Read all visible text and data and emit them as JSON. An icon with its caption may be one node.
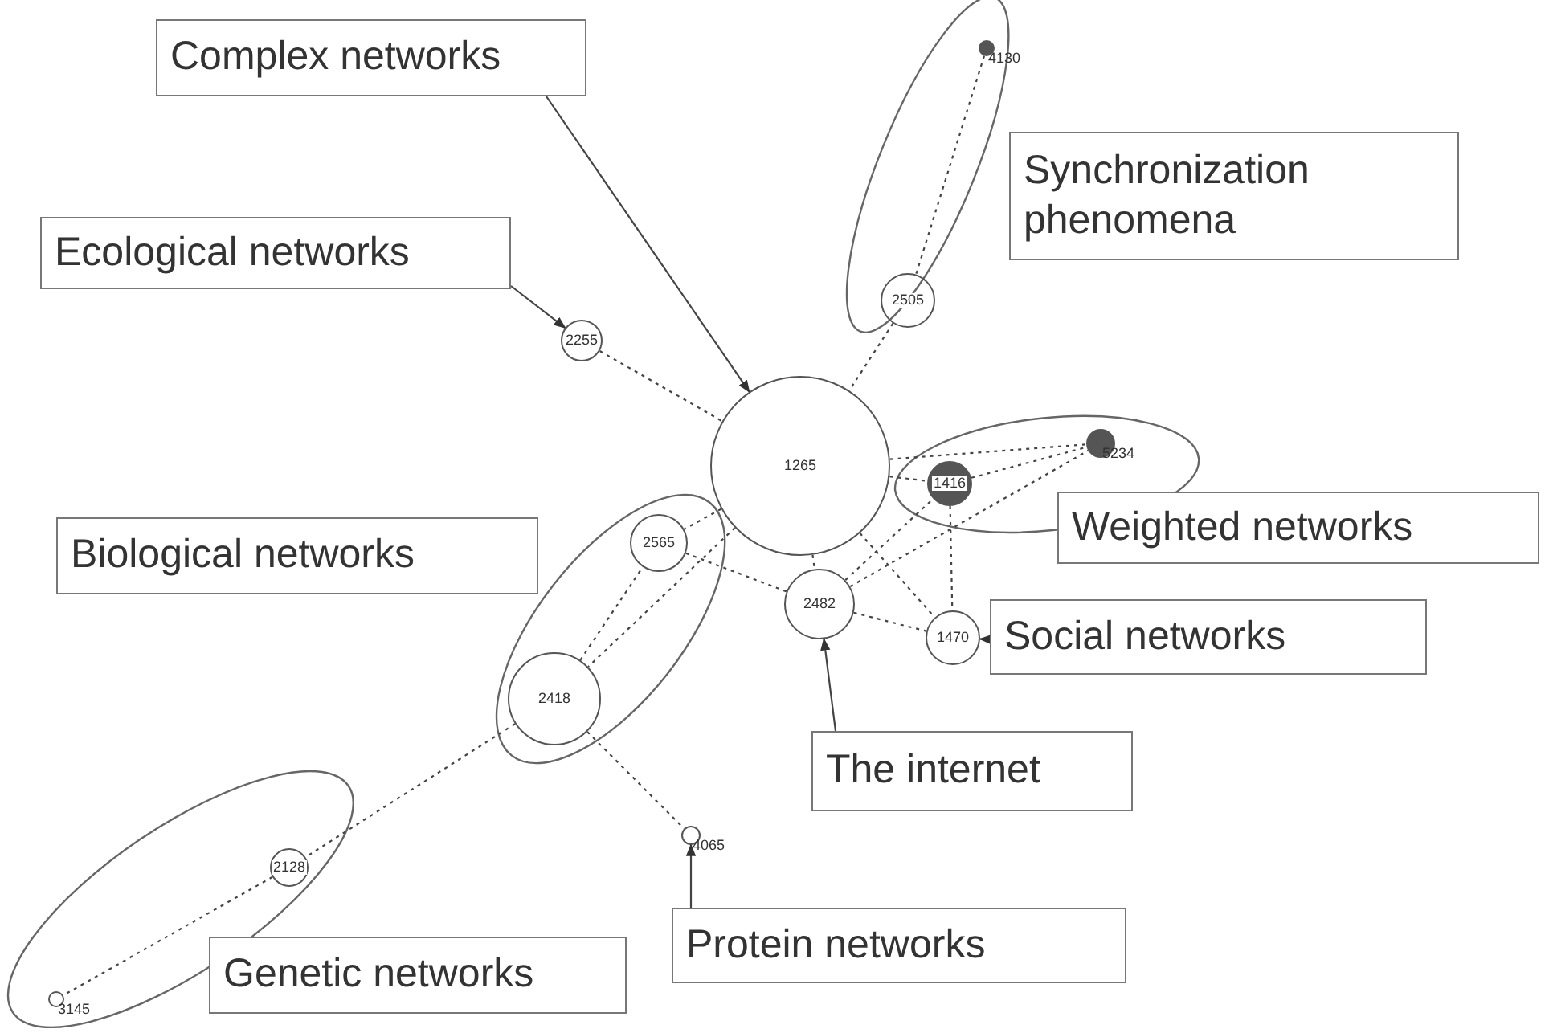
{
  "diagram": {
    "nodes": [
      {
        "text": [
          "Complex networks"
        ]
      },
      {
        "text": [],
        "shape": "ellipse"
      },
      {
        "text": [],
        "shape": "circle",
        "in": 1,
        "beside": [
          "4130"
        ]
      },
      {
        "text": [
          "2505"
        ],
        "in": 1
      },
      {
        "text": [
          "Synchronization phenomena"
        ]
      },
      {
        "text": [
          "Ecological networks"
        ]
      },
      {
        "text": [
          "2255"
        ]
      },
      {
        "text": [
          "1265"
        ]
      },
      {
        "text": [],
        "shape": "ellipse"
      },
      {
        "text": [],
        "shape": "circle",
        "in": 8,
        "beside": [
          "5234"
        ]
      },
      {
        "text": [
          "1416"
        ],
        "in": 8
      },
      {
        "text": [
          "Weighted networks"
        ]
      },
      {
        "text": [
          "Biological networks"
        ]
      },
      {
        "text": [],
        "shape": "ellipse"
      },
      {
        "text": [
          "2565"
        ],
        "in": 13
      },
      {
        "text": [
          "2482"
        ]
      },
      {
        "text": [
          "1470"
        ]
      },
      {
        "text": [
          "Social networks"
        ]
      },
      {
        "text": [
          "2418"
        ],
        "in": 13
      },
      {
        "text": [
          "The internet"
        ]
      },
      {
        "text": [],
        "shape": "circle",
        "beside": [
          "4065"
        ]
      },
      {
        "text": [],
        "shape": "ellipse"
      },
      {
        "text": [
          "2128"
        ],
        "in": 21
      },
      {
        "text": [
          "Protein networks"
        ]
      },
      {
        "text": [
          "Genetic networks"
        ]
      },
      {
        "text": [],
        "shape": "circle",
        "in": 21,
        "beside": [
          "3145"
        ]
      }
    ],
    "edges": [
      {
        "from": 0,
        "to": 7,
        "arrow": "to"
      },
      {
        "from": 5,
        "to": 6,
        "arrow": "to"
      },
      {
        "from": 17,
        "to": 16,
        "arrow": "to"
      },
      {
        "from": 19,
        "to": 15,
        "arrow": "to"
      },
      {
        "from": 23,
        "to": 20,
        "arrow": "to"
      },
      {
        "from": 6,
        "to": 7,
        "arrow": "none",
        "style": "dashed"
      },
      {
        "from": 2,
        "to": 3,
        "arrow": "none",
        "style": "dashed"
      },
      {
        "from": 3,
        "to": 7,
        "arrow": "none",
        "style": "dashed"
      },
      {
        "from": 7,
        "to": 10,
        "arrow": "none",
        "style": "dashed"
      },
      {
        "from": 7,
        "to": 9,
        "arrow": "none",
        "style": "dashed"
      },
      {
        "from": 7,
        "to": 15,
        "arrow": "none",
        "style": "dashed"
      },
      {
        "from": 7,
        "to": 16,
        "arrow": "none",
        "style": "dashed"
      },
      {
        "from": 7,
        "to": 14,
        "arrow": "none",
        "style": "dashed"
      },
      {
        "from": 7,
        "to": 18,
        "arrow": "none",
        "style": "dashed"
      },
      {
        "from": 14,
        "to": 15,
        "arrow": "none",
        "style": "dashed"
      },
      {
        "from": 15,
        "to": 16,
        "arrow": "none",
        "style": "dashed"
      },
      {
        "from": 15,
        "to": 10,
        "arrow": "none",
        "style": "dashed"
      },
      {
        "from": 15,
        "to": 9,
        "arrow": "none",
        "style": "dashed"
      },
      {
        "from": 10,
        "to": 9,
        "arrow": "none",
        "style": "dashed"
      },
      {
        "from": 10,
        "to": 16,
        "arrow": "none",
        "style": "dashed"
      },
      {
        "from": 18,
        "to": 14,
        "arrow": "none",
        "style": "dashed"
      },
      {
        "from": 18,
        "to": 20,
        "arrow": "none",
        "style": "dashed"
      },
      {
        "from": 18,
        "to": 22,
        "arrow": "none",
        "style": "dashed"
      },
      {
        "from": 22,
        "to": 25,
        "arrow": "none",
        "style": "dashed"
      }
    ]
  }
}
